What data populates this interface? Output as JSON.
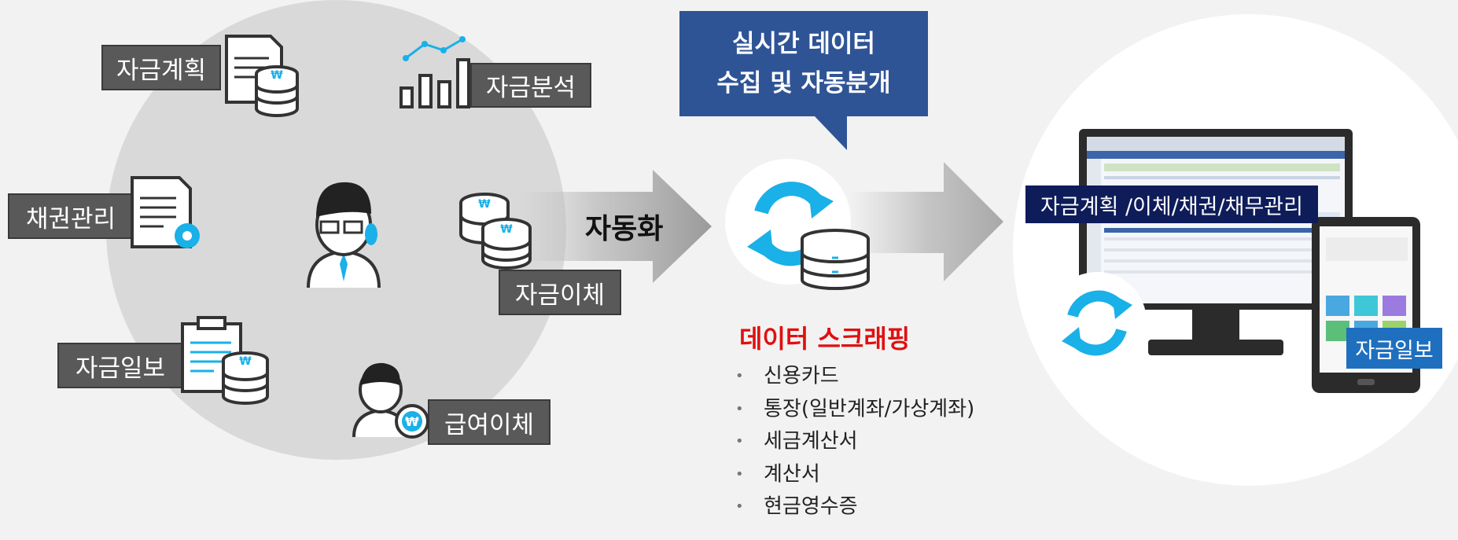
{
  "left_labels": {
    "fund_plan": "자금계획",
    "fund_analysis": "자금분석",
    "bond_mgmt": "채권관리",
    "fund_transfer": "자금이체",
    "daily_report": "자금일보",
    "salary_transfer": "급여이체"
  },
  "automation_label": "자동화",
  "callout": {
    "line1": "실시간 데이터",
    "line2": "수집 및 자동분개"
  },
  "scraping": {
    "title": "데이터 스크래핑",
    "items": [
      "신용카드",
      "통장(일반계좌/가상계좌)",
      "세금계산서",
      "계산서",
      "현금영수증"
    ]
  },
  "right_labels": {
    "mgmt": "자금계획 /이체/채권/채무관리",
    "daily": "자금일보"
  },
  "currency_symbol": "₩",
  "colors": {
    "accent_blue": "#1ab0e8",
    "callout_navy": "#2f5496",
    "scraping_red": "#e01010",
    "label_gray": "#595959",
    "navy_label": "#0e1c5a",
    "blue_label": "#1f6fbf"
  }
}
